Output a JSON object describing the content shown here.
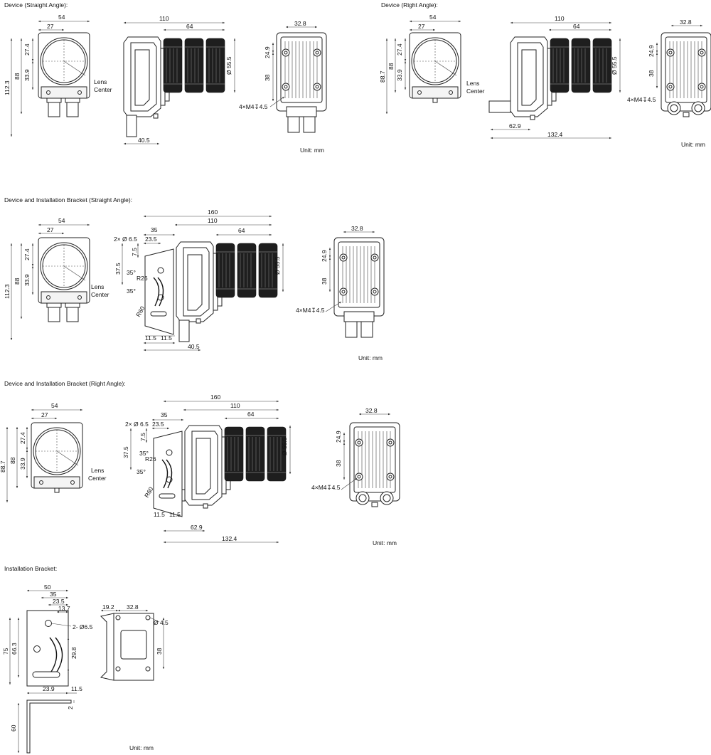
{
  "headings": {
    "s1": "Device (Straight Angle):",
    "s2": "Device (Right Angle):",
    "s3": "Device and Installation Bracket (Straight Angle):",
    "s4": "Device and Installation Bracket (Right Angle):",
    "s5": "Installation Bracket:"
  },
  "unit": "Unit: mm",
  "lens_center": [
    "Lens",
    "Center"
  ],
  "front": {
    "w": "54",
    "c": "27",
    "a": "27.4",
    "b": "33.9",
    "h88": "88",
    "h1123": "112.3",
    "h887": "88.7"
  },
  "side": {
    "l110": "110",
    "l64": "64",
    "dia": "Ø 55.5",
    "l405": "40.5",
    "l629": "62.9",
    "l1324": "132.4",
    "l160": "160"
  },
  "rear": {
    "w": "32.8",
    "a": "24.9",
    "b": "38",
    "screw": "4×M4↧4.5"
  },
  "bracket_view": {
    "d35": "35",
    "d235": "23.5",
    "hole": "2× Ø 6.5",
    "d75": "7.5",
    "d375": "37.5",
    "ang": "35°",
    "r26": "R26",
    "r60": "R60",
    "d115": "11.5",
    "d115b": "11.5"
  },
  "bracket": {
    "w50": "50",
    "w35": "35",
    "w235": "23.5",
    "w137": "13.7",
    "hole": "2- Ø6.5",
    "h75": "75",
    "h663": "66.3",
    "h298": "29.8",
    "w239": "23.9",
    "w115": "11.5",
    "t2": "2",
    "h60": "60",
    "b192": "19.2",
    "b328": "32.8",
    "bdia": "Ø 4.5",
    "b38": "38"
  }
}
